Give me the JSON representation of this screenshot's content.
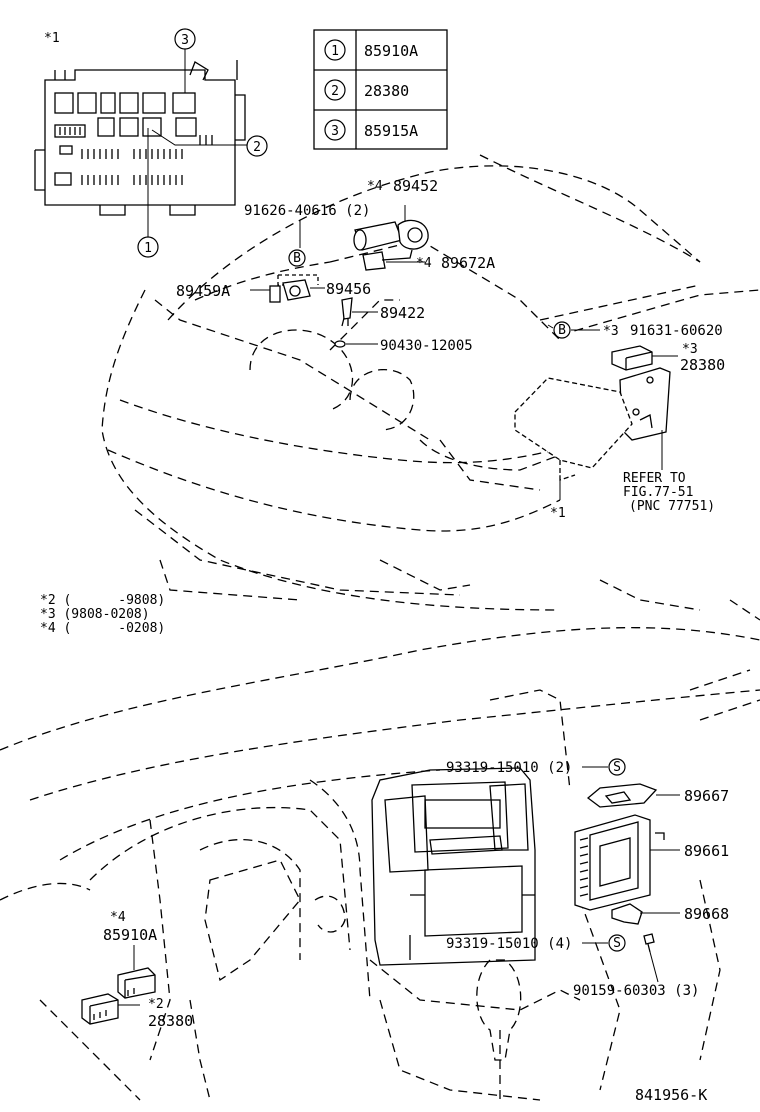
{
  "legend_table": {
    "rows": [
      {
        "index": "1",
        "part": "85910A"
      },
      {
        "index": "2",
        "part": "28380"
      },
      {
        "index": "3",
        "part": "85915A"
      }
    ]
  },
  "inset": {
    "note": "*1",
    "callouts": [
      "3",
      "2",
      "1"
    ]
  },
  "labels": {
    "p89452": "89452",
    "p89452_note": "*4",
    "p91626": "91626-40616 (2)",
    "b_top": "B",
    "p89672A": "89672A",
    "p89672A_note": "*4",
    "p89459A": "89459A",
    "p89456": "89456",
    "p89422": "89422",
    "p90430": "90430-12005",
    "b_right": "B",
    "p91631_note": "*3",
    "p91631": "91631-60620",
    "p28380_top_note": "*3",
    "p28380_top": "28380",
    "refer_1": "REFER TO",
    "refer_2": "FIG.77-51",
    "refer_3": "(PNC 77751)",
    "star1_ecu": "*1",
    "notes": [
      "*2 (      -9808)",
      "*3 (9808-0208)",
      "*4 (      -0208)"
    ],
    "p93319_a": "93319-15010 (2)",
    "s_a": "S",
    "p89667": "89667",
    "p89661": "89661",
    "p89668": "89668",
    "p93319_b": "93319-15010 (4)",
    "s_b": "S",
    "p90159": "90159-60303 (3)",
    "p85910A_note": "*4",
    "p85910A": "85910A",
    "p28380_bot_note": "*2",
    "p28380_bot": "28380",
    "fig_id": "841956-K"
  }
}
